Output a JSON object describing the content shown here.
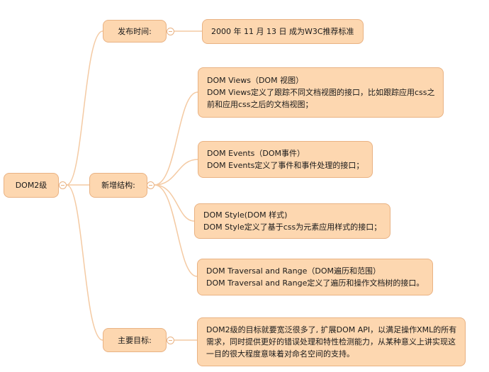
{
  "root": {
    "label": "DOM2级"
  },
  "branches": [
    {
      "label": "发布时间:",
      "leaves": [
        {
          "lines": [
            "2000 年 11 月 13 日 成为W3C推荐标准"
          ]
        }
      ]
    },
    {
      "label": "新增结构:",
      "leaves": [
        {
          "lines": [
            "DOM Views（DOM 视图）",
            "DOM Views定义了跟踪不同文档视图的接口，比如跟踪应用css之",
            "前和应用css之后的文档视图；"
          ]
        },
        {
          "lines": [
            "DOM Events（DOM事件）",
            "DOM Events定义了事件和事件处理的接口；"
          ]
        },
        {
          "lines": [
            "DOM Style(DOM 样式)",
            "DOM Style定义了基于css为元素应用样式的接口；"
          ]
        },
        {
          "lines": [
            "DOM Traversal and Range（DOM遍历和范围）",
            "DOM Traversal and Range定义了遍历和操作文档树的接口。"
          ]
        }
      ]
    },
    {
      "label": "主要目标:",
      "leaves": [
        {
          "lines": [
            "DOM2级的目标就要宽泛很多了, 扩展DOM API，以满足操作XML的所有",
            "需求，同时提供更好的错误处理和特性检测能力，从某种意义上讲实现这",
            "一目的很大程度意味着对命名空间的支持。"
          ]
        }
      ]
    }
  ],
  "colors": {
    "node_fill": "#fdd7b0",
    "node_border": "#e9b283",
    "connector": "#f4caa3"
  }
}
